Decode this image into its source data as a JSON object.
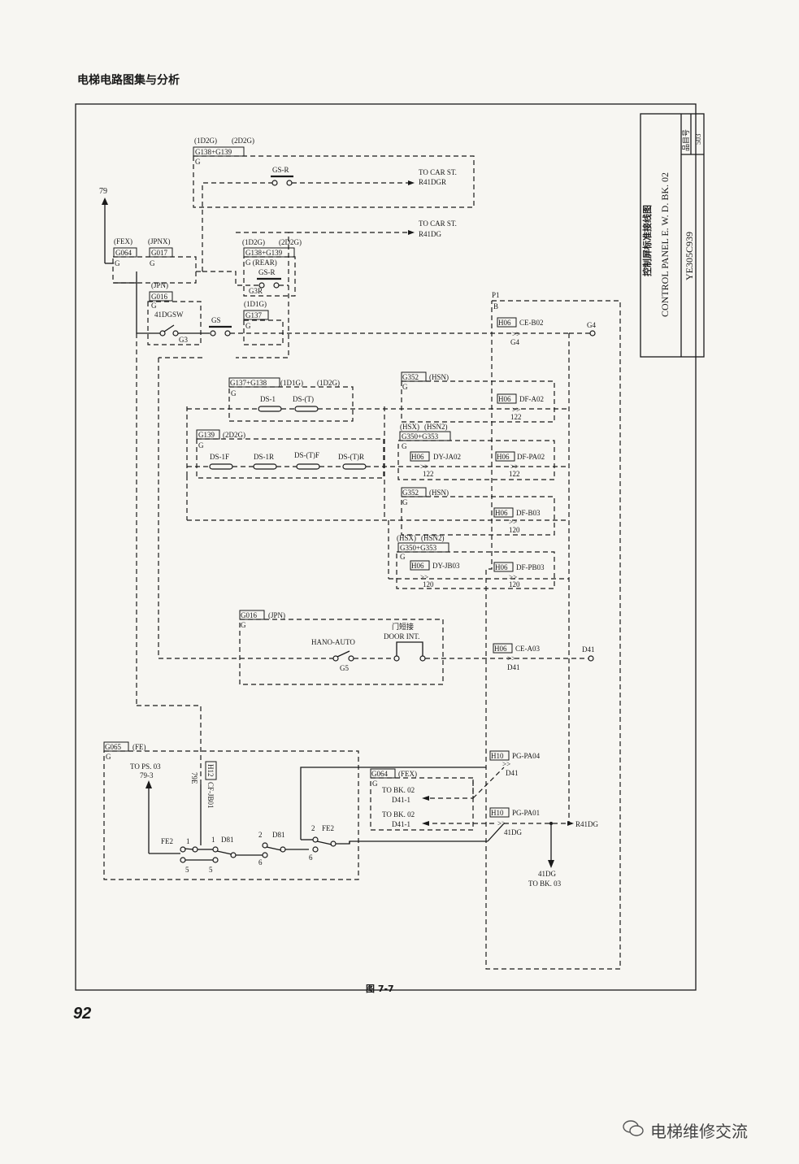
{
  "page": {
    "header": "电梯电路图集与分析",
    "page_number": "92",
    "figure_caption": "图 7-7",
    "watermark": "电梯维修交流"
  },
  "title_block": {
    "title_cn": "控制屏标准接线图",
    "title_en": "CONTROL PANEL E. W. D. BK. 02",
    "drawing_no": "YE305C939",
    "item_label": "品目号",
    "item_no": "503"
  },
  "labels": {
    "n79": "79",
    "fex": "(FEX)",
    "g064": "G064",
    "g": "G",
    "jpnx": "(JPNX)",
    "g017": "G017",
    "jpn": "(JPN)",
    "g016": "G016",
    "dgsw": "41DGSW",
    "g3": "G3",
    "gs": "GS",
    "d1d2g": "(1D2G)",
    "d2d2g": "(2D2G)",
    "g138g139": "G138+G139",
    "gsr": "GS-R",
    "to_car_st": "TO CAR ST.",
    "r41dgr": "R41DGR",
    "r41dg": "R41DG",
    "rear": "G (REAR)",
    "g3r": "G3R",
    "d1d1g": "(1D1G)",
    "g137": "G137",
    "p1": "P1",
    "b": "B",
    "h06": "H06",
    "ceb02": "CE-B02",
    "g4": "G4",
    "g137138": "G137+G138",
    "ds1": "DS-1",
    "dst": "DS-(T)",
    "g352": "G352",
    "hsn": "(HSN)",
    "dfa02": "DF-A02",
    "n122": "122",
    "hsx": "(HSX)",
    "hsn2": "(HSN2)",
    "g350353": "G350+G353",
    "g139": "G139",
    "ds1f": "DS-1F",
    "ds1r": "DS-1R",
    "dstf": "DS-(T)F",
    "dstr": "DS-(T)R",
    "dyja02": "DY-JA02",
    "dfpa02": "DF-PA02",
    "dfb03": "DF-B03",
    "n120": "120",
    "dyjb03": "DY-JB03",
    "dfpb03": "DF-PB03",
    "jpn2": "(JPN)",
    "hanoauto": "HANO-AUTO",
    "g5": "G5",
    "duanjie": "门短接",
    "doorint": "DOOR INT.",
    "cea03": "CE-A03",
    "d41": "D41",
    "g065": "G065",
    "fe": "(FE)",
    "tops03": "TO PS. 03",
    "n793": "79-3",
    "h12": "H12",
    "n79e": "79E",
    "cfjb01": "CF-JB01",
    "h10": "H10",
    "pgpa04": "PG-PA04",
    "pgpa01": "PG-PA01",
    "tobk02": "TO BK. 02",
    "d411": "D41-1",
    "n41dg": "41DG",
    "tobk03": "TO BK. 03",
    "fe2": "FE2",
    "d81": "D81",
    "n1": "1",
    "n2": "2",
    "n5": "5",
    "n6": "6"
  }
}
